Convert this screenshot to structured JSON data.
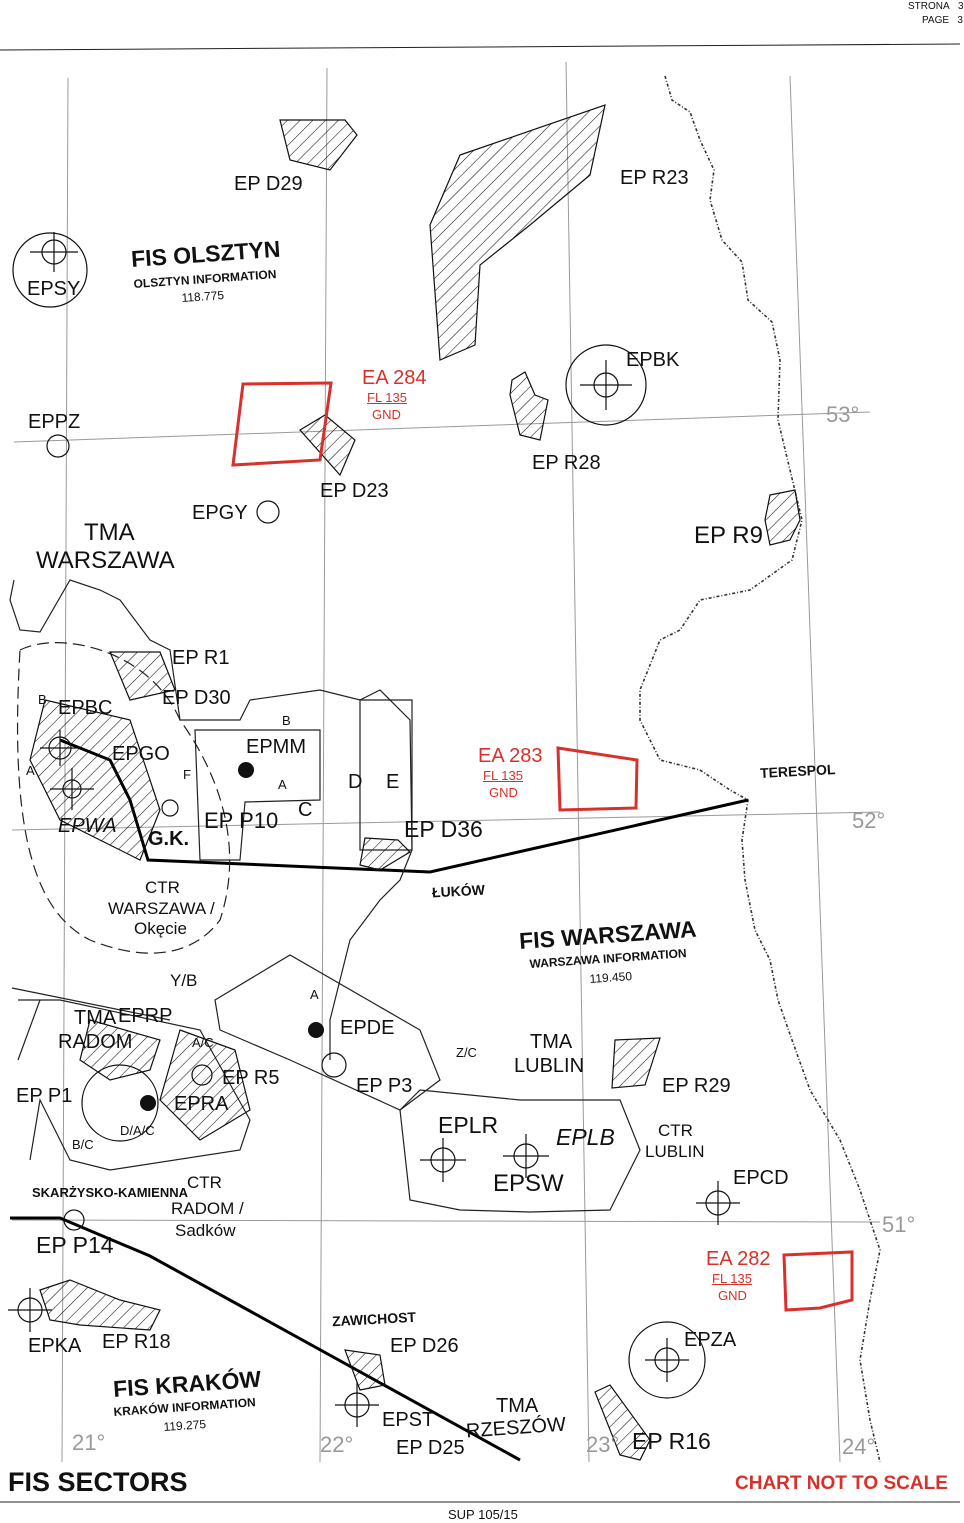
{
  "header": {
    "strona_label": "STRONA",
    "strona_num": "3",
    "page_label": "PAGE",
    "page_num": "3"
  },
  "footer": {
    "title": "FIS SECTORS",
    "note": "CHART NOT TO SCALE",
    "sup": "SUP 105/15"
  },
  "sectors": [
    {
      "name": "FIS OLSZTYN",
      "info": "OLSZTYN INFORMATION",
      "freq": "118.775"
    },
    {
      "name": "FIS WARSZAWA",
      "info": "WARSZAWA INFORMATION",
      "freq": "119.450"
    },
    {
      "name": "FIS KRAKÓW",
      "info": "KRAKÓW INFORMATION",
      "freq": "119.275"
    }
  ],
  "activated_areas": [
    {
      "name": "EA 284",
      "upper": "FL 135",
      "lower": "GND"
    },
    {
      "name": "EA 283",
      "upper": "FL 135",
      "lower": "GND"
    },
    {
      "name": "EA 282",
      "upper": "FL 135",
      "lower": "GND"
    }
  ],
  "grid_degrees": {
    "lat53": "53°",
    "lat52": "52°",
    "lat51": "51°",
    "lon21": "21°",
    "lon22": "22°",
    "lon23": "23°",
    "lon24": "24°"
  },
  "areas": {
    "d29": "EP D29",
    "r23": "EP R23",
    "d23": "EP D23",
    "r28": "EP R28",
    "r9": "EP R9",
    "r1": "EP R1",
    "d30": "EP D30",
    "p10": "EP P10",
    "d36": "EP D36",
    "p1": "EP P1",
    "r5": "EP R5",
    "p3": "EP P3",
    "r29": "EP R29",
    "p14": "EP P14",
    "r18": "EP R18",
    "d26": "EP D26",
    "d25": "EP D25",
    "r16": "EP R16"
  },
  "aerodromes": {
    "epsy": "EPSY",
    "eppz": "EPPZ",
    "epgy": "EPGY",
    "epbk": "EPBK",
    "epbc": "EPBC",
    "epgo": "EPGO",
    "epmm": "EPMM",
    "epwa": "EPWA",
    "eprp": "EPRP",
    "epra": "EPRA",
    "epde": "EPDE",
    "eplr": "EPLR",
    "eplb": "EPLB",
    "epsw": "EPSW",
    "epcd": "EPCD",
    "epka": "EPKA",
    "epza": "EPZA",
    "epst": "EPST"
  },
  "tma": {
    "warszawa_1": "TMA",
    "warszawa_2": "WARSZAWA",
    "radom_1": "TMA",
    "radom_2": "RADOM",
    "lublin_1": "TMA",
    "lublin_2": "LUBLIN",
    "rzeszow_1": "TMA",
    "rzeszow_2": "RZESZÓW"
  },
  "ctr": {
    "warszawa_1": "CTR",
    "warszawa_2": "WARSZAWA /",
    "warszawa_3": "Okęcie",
    "radom_1": "CTR",
    "radom_2": "RADOM /",
    "radom_3": "Sadków",
    "lublin_1": "CTR",
    "lublin_2": "LUBLIN"
  },
  "points": {
    "terespol": "TERESPOL",
    "lukow": "ŁUKÓW",
    "zawichost": "ZAWICHOST",
    "skarzysko": "SKARŻYSKO-KAMIENNA",
    "gk": "G.K."
  },
  "sublabels": {
    "b1": "B",
    "a1": "A",
    "f": "F",
    "b2": "B",
    "a2": "A",
    "c": "C",
    "d": "D",
    "e": "E",
    "yb": "Y/B",
    "ac": "A/C",
    "a3": "A",
    "zc": "Z/C",
    "dac": "D/A/C",
    "bc": "B/C"
  },
  "colors": {
    "ea_border": "#d9302c",
    "grid": "#9a9a9a",
    "fis_boundary": "#000000"
  }
}
